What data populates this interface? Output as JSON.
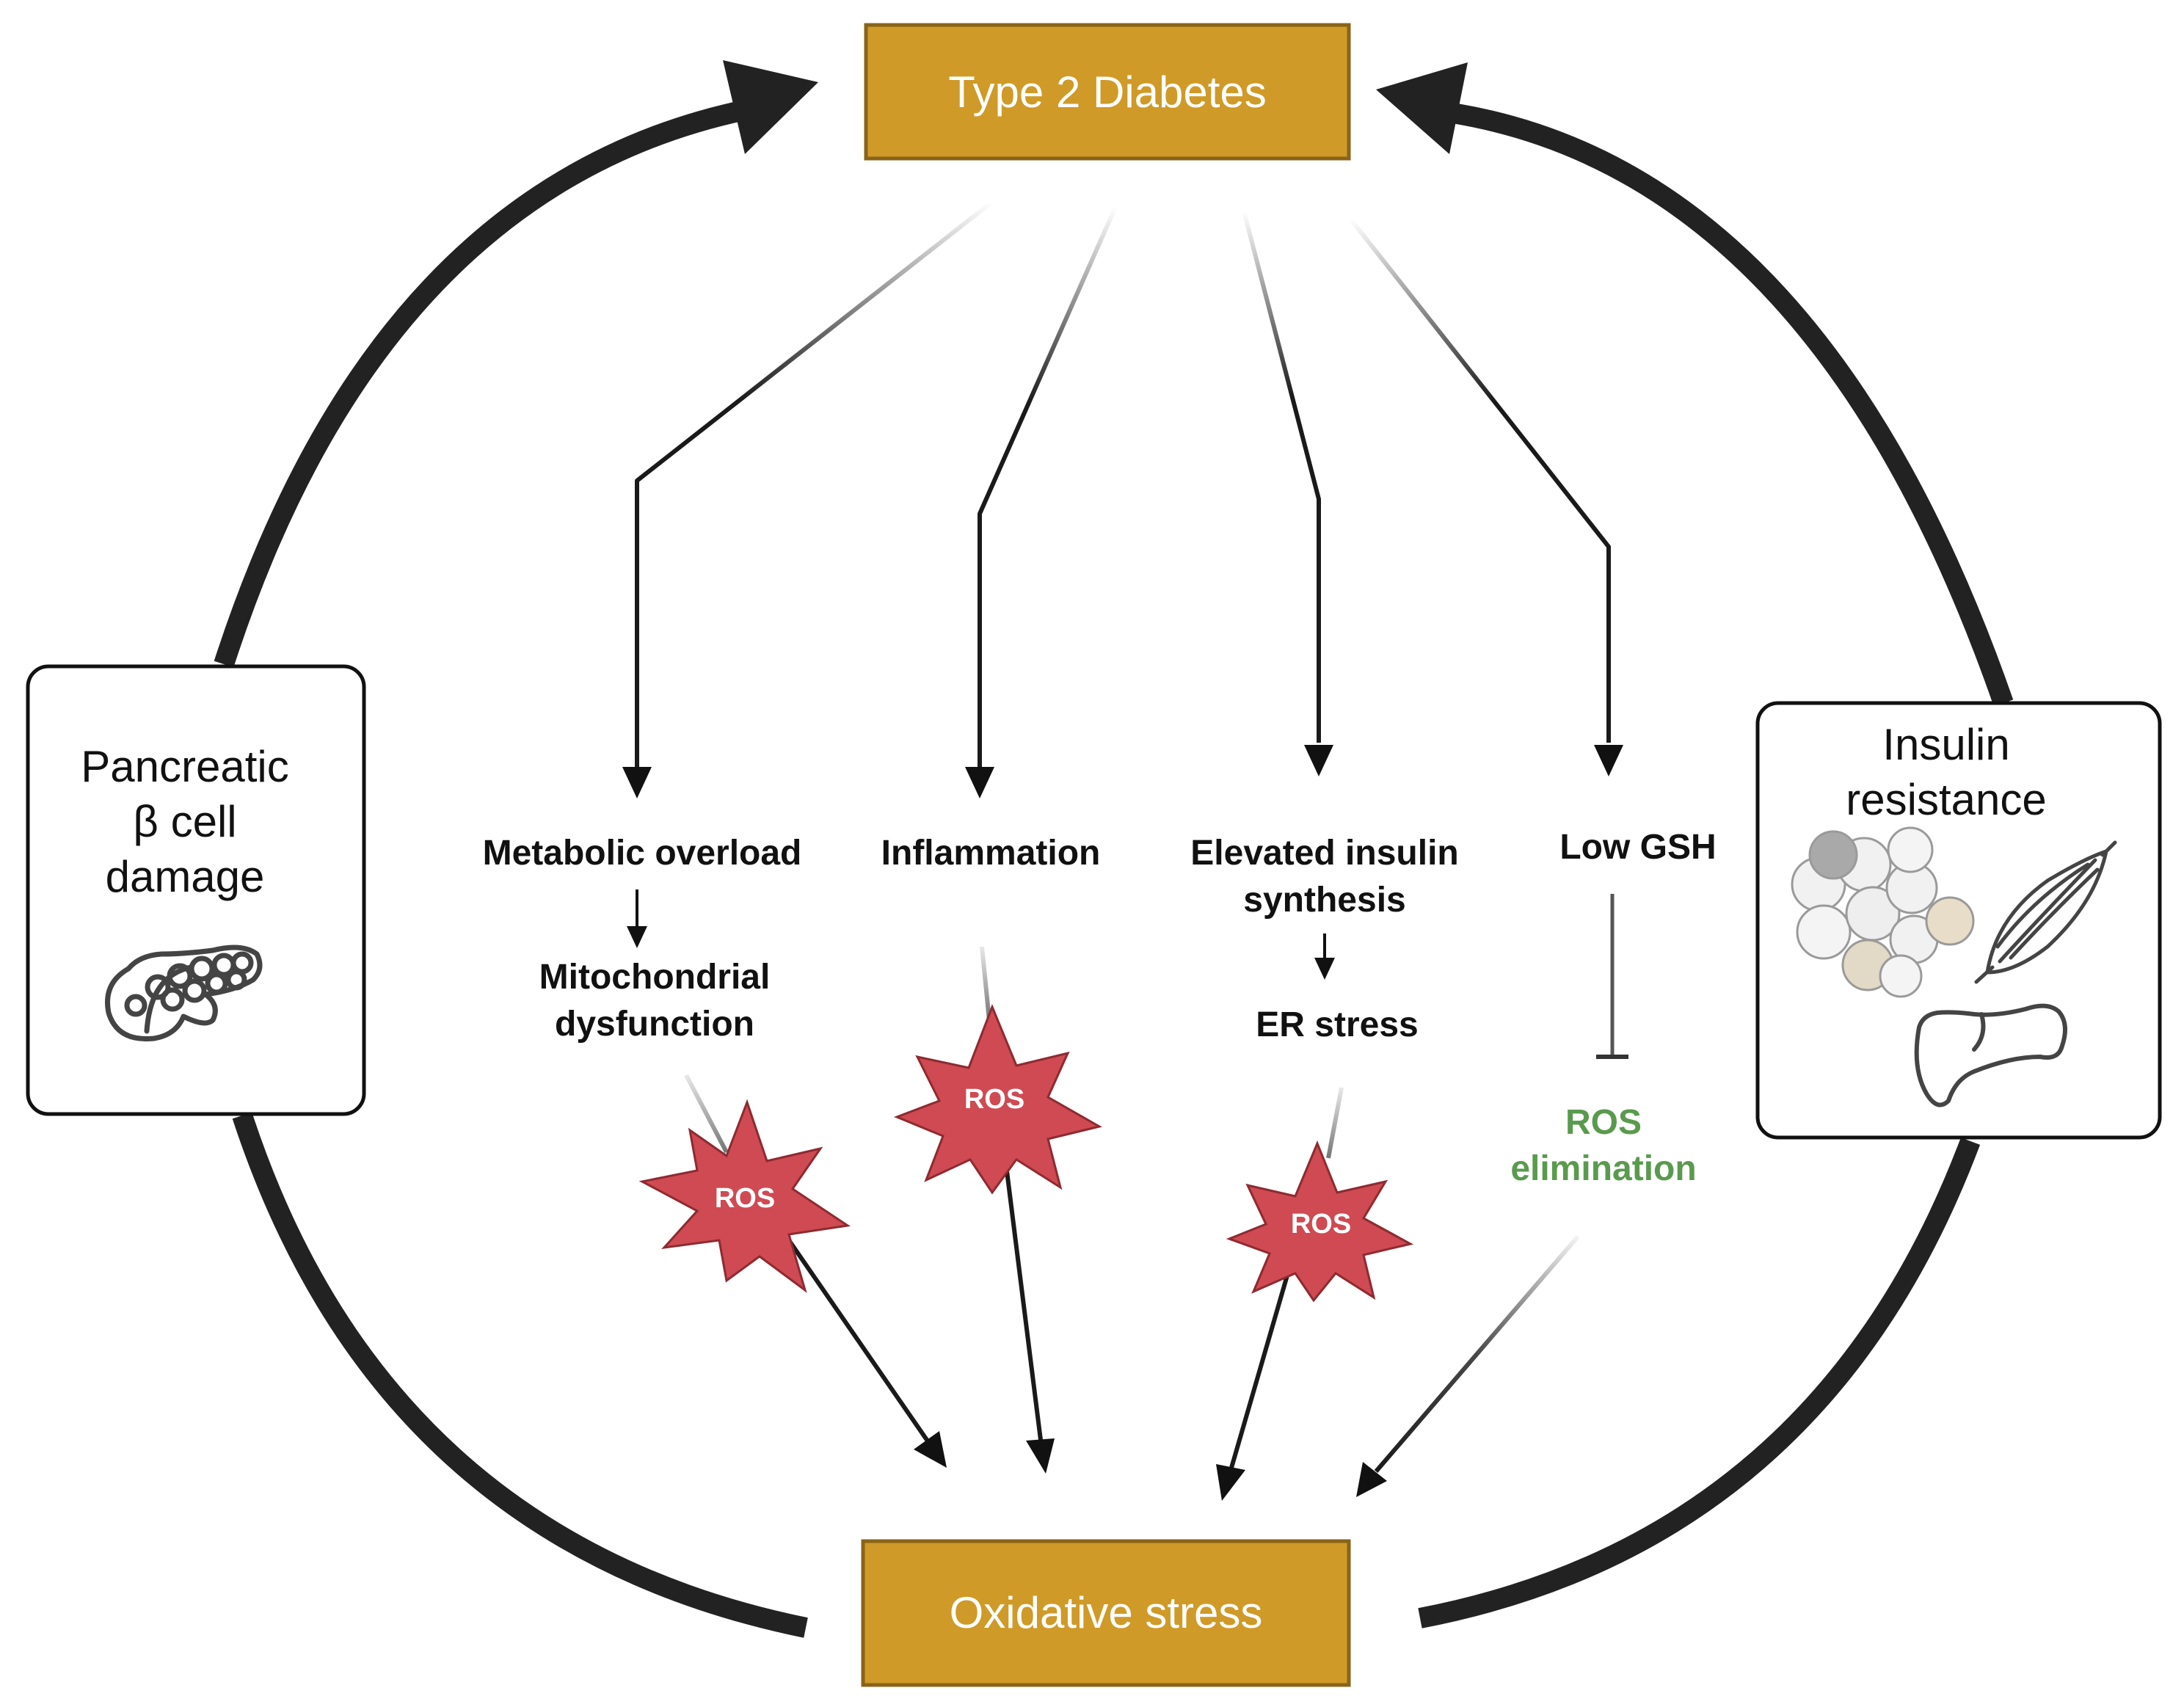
{
  "nodes": {
    "top": "Type 2 Diabetes",
    "bottom": "Oxidative stress"
  },
  "side_boxes": {
    "left": [
      "Pancreatic",
      "β cell",
      "damage"
    ],
    "right": [
      "Insulin",
      "resistance"
    ]
  },
  "pathways": {
    "metabolic": {
      "cause": "Metabolic overload",
      "effect": [
        "Mitochondrial",
        "dysfunction"
      ]
    },
    "inflammation": {
      "cause": "Inflammation"
    },
    "insulin": {
      "cause": [
        "Elevated insulin",
        "synthesis"
      ],
      "effect": "ER stress"
    },
    "gsh": {
      "cause": "Low GSH",
      "effect": [
        "ROS",
        "elimination"
      ]
    }
  },
  "ros_label": "ROS",
  "icons": {
    "left_box": "pancreas-icon",
    "right_box": [
      "adipose-cells-icon",
      "muscle-icon",
      "liver-icon"
    ]
  },
  "colors": {
    "node_fill": "#CF9A27",
    "node_border": "#8A6318",
    "ros_fill": "#CF4A52",
    "ros_border": "#8E2A31",
    "green_text": "#5A9A4E",
    "arrow": "#1A1A1A"
  }
}
